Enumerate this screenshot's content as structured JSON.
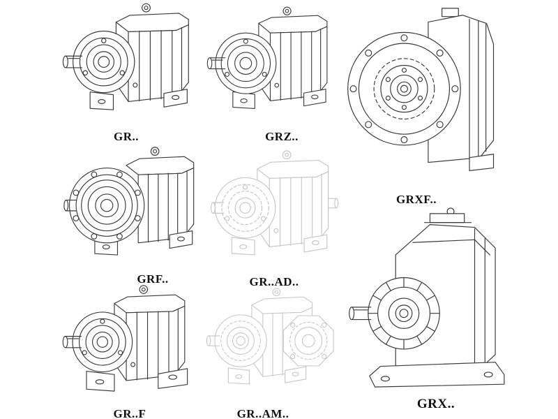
{
  "page": {
    "background": "#ffffff"
  },
  "figures": [
    {
      "id": "gr",
      "label": "GR..",
      "style": "solid",
      "description": "helical gearbox, foot mounted, solid shaft"
    },
    {
      "id": "grz",
      "label": "GRZ..",
      "style": "solid",
      "description": "helical gearbox, foot mounted variant Z"
    },
    {
      "id": "grxf",
      "label": "GRXF..",
      "style": "solid",
      "description": "helical gearbox, flange mounted, front view"
    },
    {
      "id": "grf",
      "label": "GRF..",
      "style": "solid",
      "description": "helical gearbox with B5 flange"
    },
    {
      "id": "gr-ad",
      "label": "GR..AD..",
      "style": "ghost",
      "description": "helical gearbox with input adapter"
    },
    {
      "id": "gr-f",
      "label": "GR..F",
      "style": "solid",
      "description": "helical gearbox, foot mounted with base"
    },
    {
      "id": "gr-am",
      "label": "GR..AM..",
      "style": "ghost",
      "description": "helical gearbox with motor adapter flange"
    },
    {
      "id": "grx",
      "label": "GRX..",
      "style": "solid",
      "description": "helical gearbox, large housing, foot mounted"
    }
  ],
  "colors": {
    "line": "#3a3a3a",
    "ghost_line": "#c6c6c6",
    "background": "#ffffff",
    "label": "#111111"
  }
}
